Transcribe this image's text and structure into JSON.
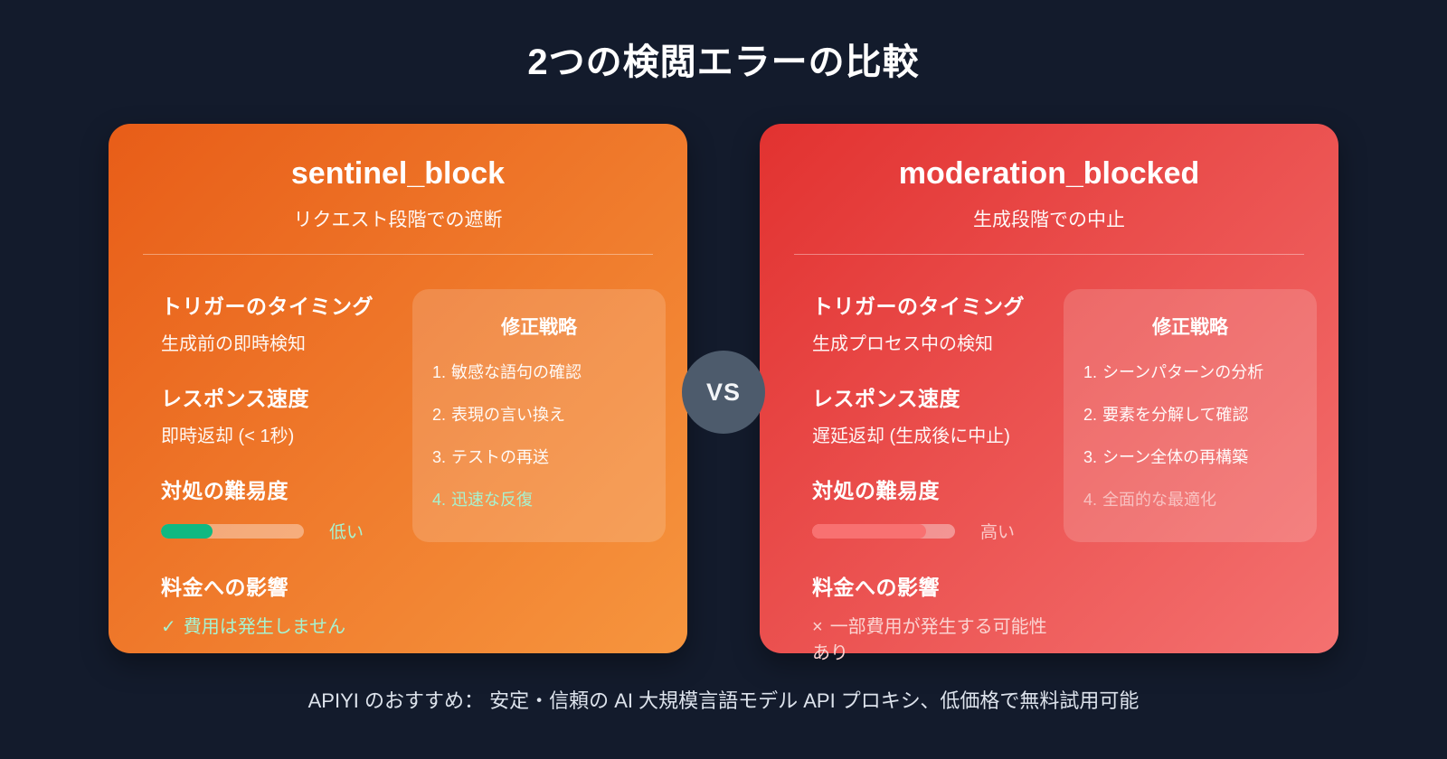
{
  "page": {
    "title": "2つの検閲エラーの比較",
    "vs_label": "VS",
    "footer": "APIYI のおすすめ： 安定・信頼の AI 大規模言語モデル API プロキシ、低価格で無料試用可能"
  },
  "colors": {
    "background": "#131b2c",
    "left_card_gradient_start": "#e85d18",
    "left_card_gradient_end": "#f6953e",
    "right_card_gradient_start": "#e23230",
    "right_card_gradient_end": "#f47170",
    "vs_circle": "#4d5b6c",
    "success_green": "#10b981",
    "mint_text": "#a7f3d0",
    "light_red_fill": "#f87171",
    "pink_text": "#fbc9c9",
    "faded_item_text": "rgba(255,255,255,0.55)"
  },
  "cards": [
    {
      "title": "sentinel_block",
      "subtitle": "リクエスト段階での遮断",
      "trigger": {
        "label": "トリガーのタイミング",
        "value": "生成前の即時検知"
      },
      "speed": {
        "label": "レスポンス速度",
        "value": "即時返却 (< 1秒)"
      },
      "difficulty": {
        "label": "対処の難易度",
        "percent": 36,
        "fill_color": "#10b981",
        "level": "低い",
        "level_color": "#a7f3d0"
      },
      "cost": {
        "label": "料金への影響",
        "icon": "✓",
        "value": "費用は発生しません",
        "color": "#a7f3d0"
      },
      "strategy": {
        "title": "修正戦略",
        "items": [
          {
            "num": "1.",
            "text": "敏感な語句の確認"
          },
          {
            "num": "2.",
            "text": "表現の言い換え"
          },
          {
            "num": "3.",
            "text": "テストの再送"
          },
          {
            "num": "4.",
            "text": "迅速な反復"
          }
        ],
        "highlight_color": "#a7f3d0"
      }
    },
    {
      "title": "moderation_blocked",
      "subtitle": "生成段階での中止",
      "trigger": {
        "label": "トリガーのタイミング",
        "value": "生成プロセス中の検知"
      },
      "speed": {
        "label": "レスポンス速度",
        "value": "遅延返却 (生成後に中止)"
      },
      "difficulty": {
        "label": "対処の難易度",
        "percent": 80,
        "fill_color": "#f87171",
        "level": "高い",
        "level_color": "#fbc9c9"
      },
      "cost": {
        "label": "料金への影響",
        "icon": "×",
        "value": "一部費用が発生する可能性あり",
        "color": "#fbd3d1"
      },
      "strategy": {
        "title": "修正戦略",
        "items": [
          {
            "num": "1.",
            "text": "シーンパターンの分析"
          },
          {
            "num": "2.",
            "text": "要素を分解して確認"
          },
          {
            "num": "3.",
            "text": "シーン全体の再構築"
          },
          {
            "num": "4.",
            "text": "全面的な最適化"
          }
        ],
        "highlight_color": "rgba(255,255,255,0.55)"
      }
    }
  ]
}
